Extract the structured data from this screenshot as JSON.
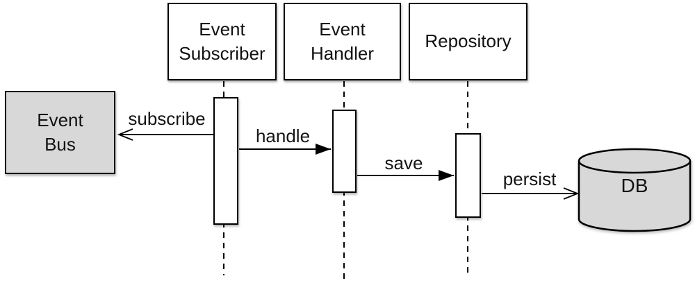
{
  "diagram": {
    "kind": "uml-sequence-diagram",
    "participants": [
      {
        "id": "event-subscriber",
        "line1": "Event",
        "line2": "Subscriber"
      },
      {
        "id": "event-handler",
        "line1": "Event",
        "line2": "Handler"
      },
      {
        "id": "repository",
        "line1": "Repository"
      }
    ],
    "nodes": {
      "event_bus": {
        "line1": "Event",
        "line2": "Bus",
        "shape": "rectangle",
        "fill": "#d8d8d8"
      },
      "db": {
        "label": "DB",
        "shape": "cylinder",
        "fill": "#d8d8d8"
      }
    },
    "messages": [
      {
        "label": "subscribe",
        "from": "Event Subscriber",
        "to": "Event Bus",
        "direction": "left",
        "arrowhead": "open"
      },
      {
        "label": "handle",
        "from": "Event Subscriber",
        "to": "Event Handler",
        "direction": "right",
        "arrowhead": "filled"
      },
      {
        "label": "save",
        "from": "Event Handler",
        "to": "Repository",
        "direction": "right",
        "arrowhead": "filled"
      },
      {
        "label": "persist",
        "from": "Repository",
        "to": "DB",
        "direction": "right",
        "arrowhead": "open"
      }
    ],
    "colors": {
      "node_fill": "#d8d8d8",
      "stroke": "#000000",
      "background": "#ffffff"
    }
  }
}
